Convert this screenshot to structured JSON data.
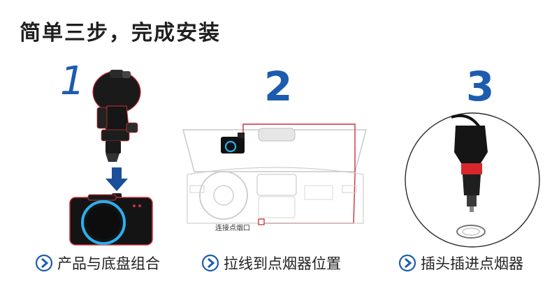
{
  "heading": "简单三步，完成安装",
  "steps": [
    {
      "number": "1",
      "caption": "产品与底盘组合"
    },
    {
      "number": "2",
      "caption": "拉线到点烟器位置",
      "annotation": "连接点烟口"
    },
    {
      "number": "3",
      "caption": "插头插进点烟器"
    }
  ],
  "colors": {
    "accent_blue": "#1c5cae",
    "camera_ring": "#2ab0f0",
    "cable_red": "#c8323a"
  }
}
